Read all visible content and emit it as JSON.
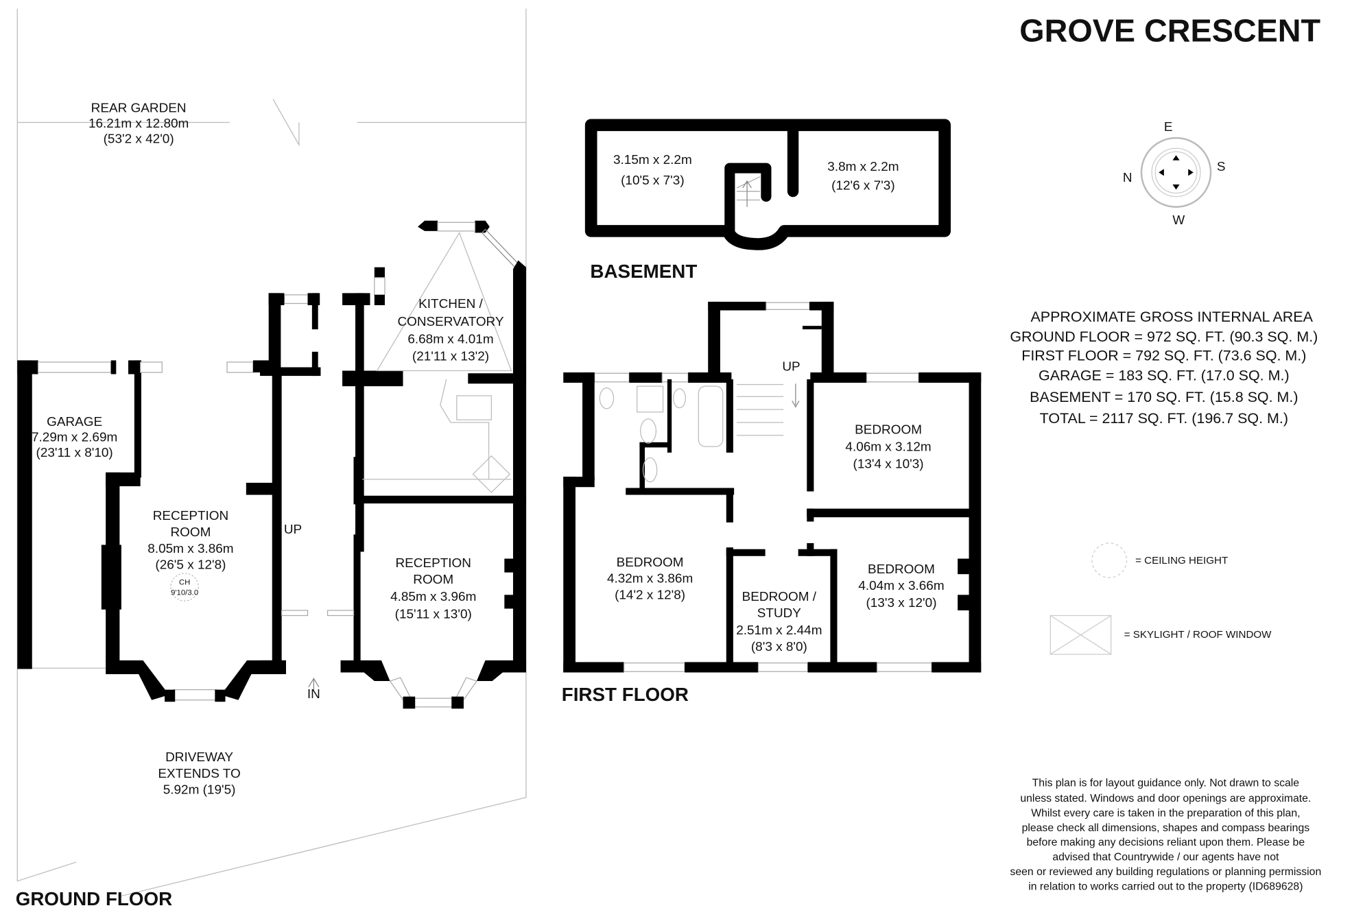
{
  "title": "GROVE CRESCENT",
  "compass": {
    "e": "E",
    "s": "S",
    "w": "W",
    "n": "N"
  },
  "ground_floor": {
    "label": "GROUND FLOOR",
    "rear_garden": {
      "name": "REAR GARDEN",
      "metric": "16.21m x 12.80m",
      "imperial": "(53'2 x 42'0)"
    },
    "garage": {
      "name": "GARAGE",
      "metric": "7.29m x 2.69m",
      "imperial": "(23'11 x 8'10)"
    },
    "reception_1": {
      "name_1": "RECEPTION",
      "name_2": "ROOM",
      "metric": "8.05m x 3.86m",
      "imperial": "(26'5 x 12'8)",
      "ch_label": "CH",
      "ch_value": "9'10/3.0"
    },
    "kitchen": {
      "name_1": "KITCHEN /",
      "name_2": "CONSERVATORY",
      "metric": "6.68m x 4.01m",
      "imperial": "(21'11 x 13'2)"
    },
    "reception_2": {
      "name_1": "RECEPTION",
      "name_2": "ROOM",
      "metric": "4.85m x 3.96m",
      "imperial": "(15'11 x 13'0)"
    },
    "stairs_label": "UP",
    "entrance_label": "IN",
    "driveway": {
      "line_1": "DRIVEWAY",
      "line_2": "EXTENDS TO",
      "line_3": "5.92m (19'5)"
    }
  },
  "basement": {
    "label": "BASEMENT",
    "room_1": {
      "metric": "3.15m x 2.2m",
      "imperial": "(10'5 x 7'3)"
    },
    "room_2": {
      "metric": "3.8m x 2.2m",
      "imperial": "(12'6 x 7'3)"
    }
  },
  "first_floor": {
    "label": "FIRST FLOOR",
    "stairs_label": "UP",
    "bedroom_1": {
      "name": "BEDROOM",
      "metric": "4.06m x 3.12m",
      "imperial": "(13'4 x 10'3)"
    },
    "bedroom_2": {
      "name": "BEDROOM",
      "metric": "4.32m x 3.86m",
      "imperial": "(14'2 x 12'8)"
    },
    "bedroom_3": {
      "name_1": "BEDROOM /",
      "name_2": "STUDY",
      "metric": "2.51m x 2.44m",
      "imperial": "(8'3 x 8'0)"
    },
    "bedroom_4": {
      "name": "BEDROOM",
      "metric": "4.04m x 3.66m",
      "imperial": "(13'3 x 12'0)"
    }
  },
  "area_summary": {
    "heading": "APPROXIMATE GROSS INTERNAL AREA",
    "lines": [
      "GROUND FLOOR = 972 SQ. FT. (90.3 SQ. M.)",
      "FIRST FLOOR  = 792 SQ. FT. (73.6 SQ. M.)",
      "GARAGE =  183 SQ. FT. (17.0 SQ. M.)",
      "BASEMENT =  170 SQ. FT. (15.8 SQ. M.)",
      "TOTAL =  2117 SQ. FT. (196.7 SQ. M.)"
    ]
  },
  "legend": {
    "ceiling_height": "=  CEILING HEIGHT",
    "skylight": "= SKYLIGHT / ROOF  WINDOW"
  },
  "disclaimer": [
    "This plan is for layout guidance only. Not drawn to scale",
    "unless stated. Windows and door openings are approximate.",
    "Whilst every care is taken in the preparation of this plan,",
    "please check all dimensions, shapes and compass bearings",
    "before making any decisions reliant upon them. Please be",
    "advised that Countrywide / our agents have not",
    "seen or reviewed any building regulations or planning permission",
    "in relation to works carried out to the property (ID689628)"
  ]
}
